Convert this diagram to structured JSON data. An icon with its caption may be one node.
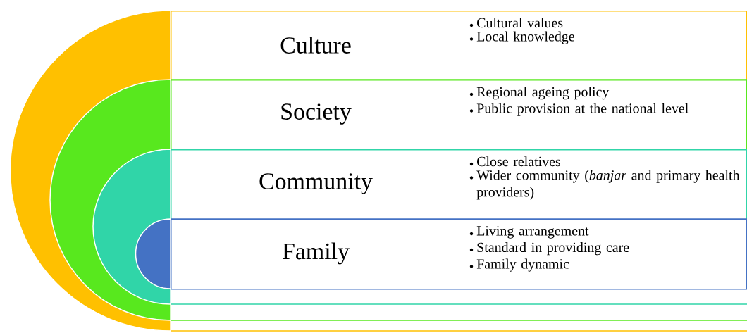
{
  "diagram": {
    "nodes": [
      {
        "text": [
          "Culture",
          "Cultural values",
          "Local knowledge"
        ]
      },
      {
        "text": [
          "Society",
          "Regional ageing policy",
          "Public provision at the national level"
        ]
      },
      {
        "text": [
          "Community",
          "Close relatives",
          "Wider community (*banjar* and primary health providers)"
        ]
      },
      {
        "text": [
          "Family",
          "Living arrangement",
          "Standard in providing care",
          "Family dynamic"
        ]
      }
    ]
  }
}
